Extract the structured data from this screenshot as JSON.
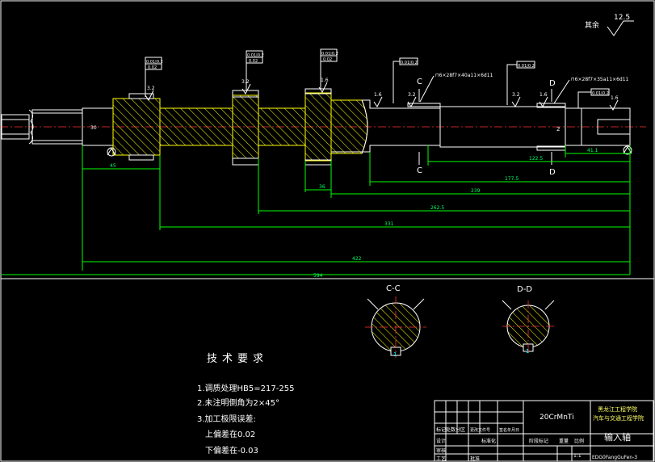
{
  "colors": {
    "background": "#000000",
    "outline": "#ffffff",
    "dimension": "#00ff00",
    "centerline": "#ff3333",
    "hatch": "#ffff00",
    "border": "#ffffff"
  },
  "roughness": {
    "label": "其余",
    "value": "12.5"
  },
  "tolerance_frames": [
    {
      "line1": "0.01|0.2",
      "line2": "0.02"
    },
    {
      "line1": "0.01|0.2",
      "line2": "0.02"
    },
    {
      "line1": "0.01|0.2",
      "line2": "0.02"
    },
    {
      "line1": "0.01|0.2"
    },
    {
      "line1": "0.01|0.2"
    },
    {
      "line1": "0.01|0.2"
    }
  ],
  "surface_marks": [
    "3.2",
    "3.2",
    "1.6",
    "1.6",
    "3.2",
    "3.2",
    "1.6",
    "1.6"
  ],
  "spline_notes": [
    "⊓6×28f7×40a11×6d11",
    "⊓6×28f7×35a11×6d11"
  ],
  "section_labels": {
    "c_top": "C",
    "c_bottom": "C",
    "d_top": "D",
    "d_bottom": "D",
    "cc_title": "C-C",
    "dd_title": "D-D",
    "cc_key": "1",
    "dd_key": "1"
  },
  "dimensions": {
    "d_overall": "594",
    "d_422": "422",
    "d_331": "331",
    "d_262": "262.5",
    "d_239": "239",
    "d_177": "177.5",
    "d_122": "122.5",
    "d_41": "41.1",
    "d_36": "36",
    "d_45": "45",
    "d_2": "2",
    "dia_left": "30"
  },
  "tech_requirements": {
    "title": "技术要求",
    "items": [
      "1.调质处理HB5=217-255",
      "2.未注明倒角为2×45°",
      "3.加工极限误差:",
      "上偏差在0.02",
      "下偏差在-0.03"
    ]
  },
  "title_block": {
    "material": "20CrMnTi",
    "school_line1": "黑龙江工程学院",
    "school_line2": "汽车与交通工程学院",
    "part_name": "输入轴",
    "drawing_no": "EDG0FangGuFen-3",
    "scale": "1:1",
    "rev_label": "标记处数分区",
    "rev_sign": "更改文件号",
    "sign_date": "签名年月日",
    "design_label": "设计",
    "standard_label": "标准化",
    "stage_label": "阶段标记",
    "weight_label": "重量",
    "ratio_label": "比例",
    "check_label": "审核",
    "craft_label": "工艺",
    "approve_label": "批准"
  }
}
